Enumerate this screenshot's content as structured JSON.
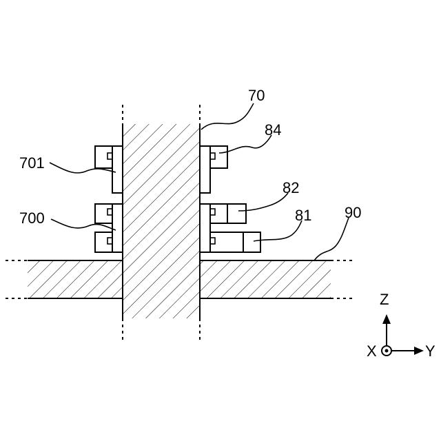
{
  "labels": {
    "shaft": "70",
    "flange_top_left": "701",
    "flange_bottom_left": "700",
    "block_top_right": "84",
    "block_mid_right": "82",
    "block_low_right": "81",
    "plate": "90"
  },
  "axes": {
    "z": "Z",
    "x": "X",
    "y": "Y"
  }
}
